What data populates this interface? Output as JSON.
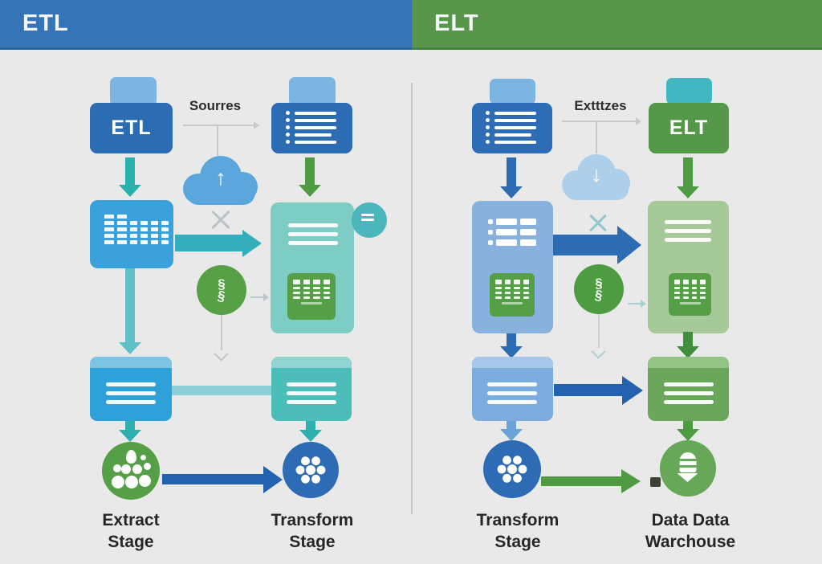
{
  "headers": {
    "left": "ETL",
    "right": "ELT"
  },
  "left": {
    "source_label": "ETL",
    "connector_label": "Sourres",
    "stages": [
      {
        "line1": "Extract",
        "line2": "Stage"
      },
      {
        "line1": "Transform",
        "line2": "Stage"
      }
    ]
  },
  "right": {
    "source_label": "ELT",
    "connector_label": "Extttzes",
    "stages": [
      {
        "line1": "Transform",
        "line2": "Stage"
      },
      {
        "line1": "Data Data",
        "line2": "Warchouse"
      }
    ]
  },
  "icons": {
    "cloud_up": "↑",
    "cloud_down": "↓",
    "gear": "§"
  },
  "colors": {
    "header_blue": "#3474b7",
    "header_green": "#58974b",
    "dark_blue": "#2b6cb3",
    "tab_light_blue": "#7cb5e2",
    "tab_teal": "#43b7c1",
    "sky_blue_box": "#3aa1da",
    "teal_arrow": "#2fb0ae",
    "teal_box": "#7ecdc5",
    "green": "#55a046",
    "green_arrow": "#4f9b42",
    "pale_blue_box": "#88b1de",
    "pale_green_box": "#a5c998",
    "bottom_blue_box": "#2ea2d8",
    "bottom_teal_box": "#4dbdba",
    "circle_blue": "#2d6cb4",
    "circle_green": "#55a046",
    "flow_arrow_blue": "#2262ae",
    "cloud_blue": "#5ba7dd",
    "cloud_pale": "#aecfe9",
    "background": "#e9e9ea",
    "label_dark": "#262626"
  }
}
